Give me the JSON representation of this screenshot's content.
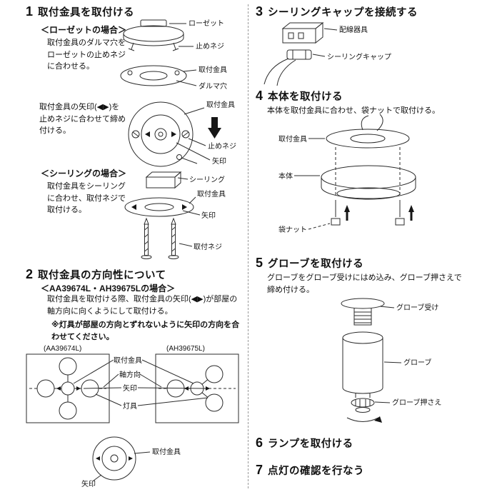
{
  "steps": {
    "s1": {
      "num": "1",
      "title": "取付金具を取付ける"
    },
    "s2": {
      "num": "2",
      "title": "取付金具の方向性について"
    },
    "s3": {
      "num": "3",
      "title": "シーリングキャップを接続する"
    },
    "s4": {
      "num": "4",
      "title": "本体を取付ける"
    },
    "s5": {
      "num": "5",
      "title": "グローブを取付ける"
    },
    "s6": {
      "num": "6",
      "title": "ランプを取付ける"
    },
    "s7": {
      "num": "7",
      "title": "点灯の確認を行なう"
    }
  },
  "step1": {
    "case_rosette": "＜ローゼットの場合＞",
    "rosette_body": "取付金具のダルマ穴をローゼットの止めネジに合わせる。",
    "arrow_body": "取付金具の矢印(◀▶)を止めネジに合わせて締め付ける。",
    "case_ceiling": "＜シーリングの場合＞",
    "ceiling_body": "取付金具をシーリングに合わせ、取付ネジで取付ける。"
  },
  "step2": {
    "case_models": "＜AA39674L・AH39675Lの場合＞",
    "body": "取付金具を取付ける際、取付金具の矢印(◀▶)が部屋の軸方向に向くようにして取付ける。",
    "note": "※灯具が部屋の方向とずれないように矢印の方向を合わせてください。",
    "model_left": "(AA39674L)",
    "model_right": "(AH39675L)"
  },
  "step4": {
    "body": "本体を取付金具に合わせ、袋ナットで取付ける。"
  },
  "step5": {
    "body": "グローブをグローブ受けにはめ込み、グローブ押さえで締め付ける。"
  },
  "labels": {
    "rosette": "ローゼット",
    "stop_screw": "止めネジ",
    "bracket": "取付金具",
    "keyhole": "ダルマ穴",
    "arrow": "矢印",
    "ceiling": "シーリング",
    "mount_screw": "取付ネジ",
    "axis_direction": "軸方向",
    "lamp_fixture": "灯具",
    "wiring_device": "配線器具",
    "ceiling_cap": "シーリングキャップ",
    "body": "本体",
    "cap_nut": "袋ナット",
    "globe_holder": "グローブ受け",
    "globe": "グローブ",
    "globe_retainer": "グローブ押さえ"
  }
}
